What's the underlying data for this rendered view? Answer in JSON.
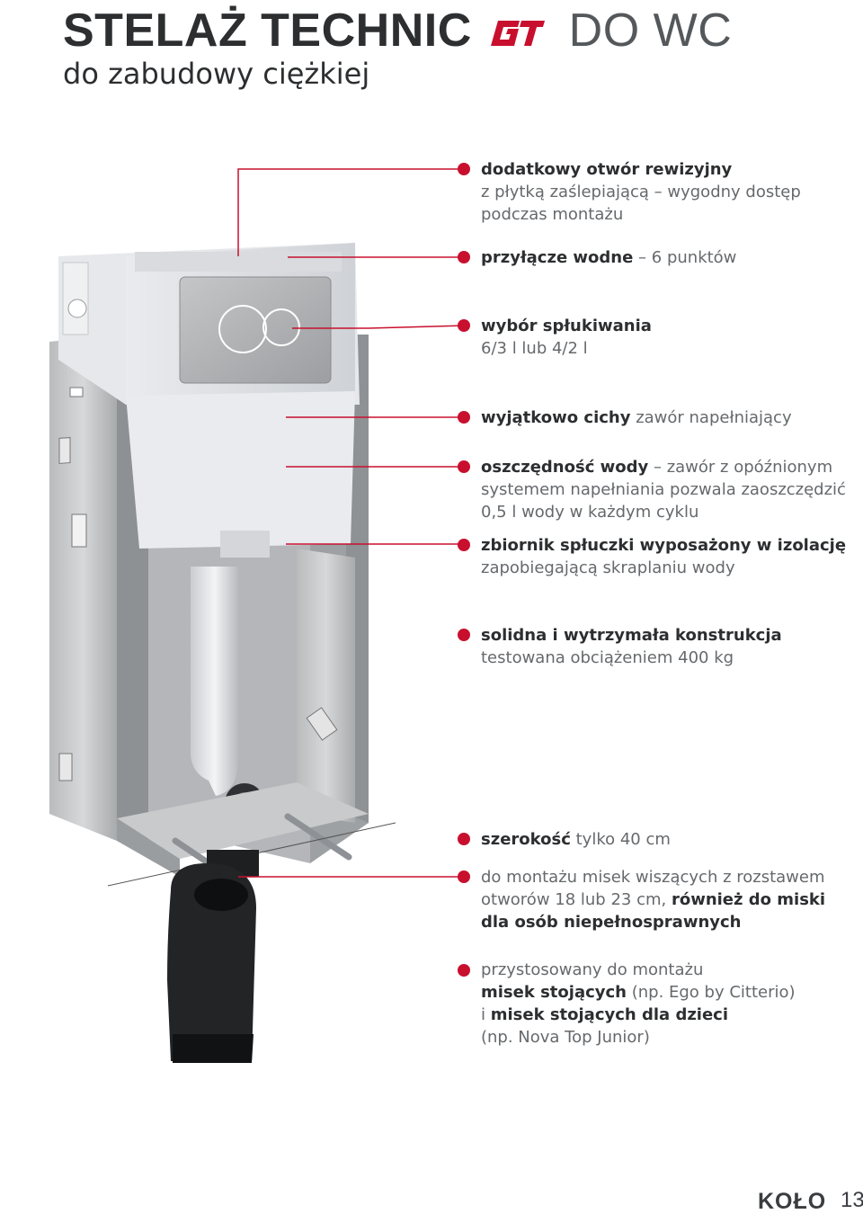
{
  "header": {
    "title_bold": "STELAŻ TECHNIC",
    "title_logo": "GT",
    "title_light": "DO WC",
    "subtitle": "do zabudowy ciężkiej"
  },
  "features": [
    {
      "bold": "dodatkowy otwór rewizyjny",
      "text": "z płytką zaślepiającą – wygodny dostęp podczas montażu"
    },
    {
      "bold": "przyłącze wodne",
      "text": " – 6 punktów"
    },
    {
      "bold": "wybór spłukiwania",
      "text": "6/3 l lub 4/2 l"
    },
    {
      "bold": "wyjątkowo cichy",
      "text": " zawór napełniający"
    },
    {
      "bold": "oszczędność wody",
      "text": " – zawór z opóźnionym systemem napełniania pozwala zaoszczędzić 0,5 l wody w każdym cyklu"
    },
    {
      "bold": "zbiornik spłuczki wyposażony w izolację",
      "text": "zapobiegającą skraplaniu wody"
    },
    {
      "bold": "solidna i wytrzymała konstrukcja",
      "text": "testowana obciążeniem 400 kg"
    },
    {
      "bold": "szerokość",
      "text": " tylko 40 cm"
    },
    {
      "text_a": "do montażu misek wiszących z rozstawem otworów 18 lub 23 cm, ",
      "bold": "również do miski dla osób niepełnosprawnych"
    },
    {
      "text_a": "przystosowany do montażu",
      "bold_a": "misek stojących",
      "text_b": " (np. Ego by Citterio)",
      "text_c": "i ",
      "bold_b": "misek stojących dla dzieci",
      "text_d": "(np. Nova Top Junior)"
    }
  ],
  "footer": {
    "brand": "KOŁO",
    "page_number": "13"
  },
  "colors": {
    "accent": "#c8102e",
    "text": "#4a4d50",
    "heading": "#2c2e30"
  }
}
